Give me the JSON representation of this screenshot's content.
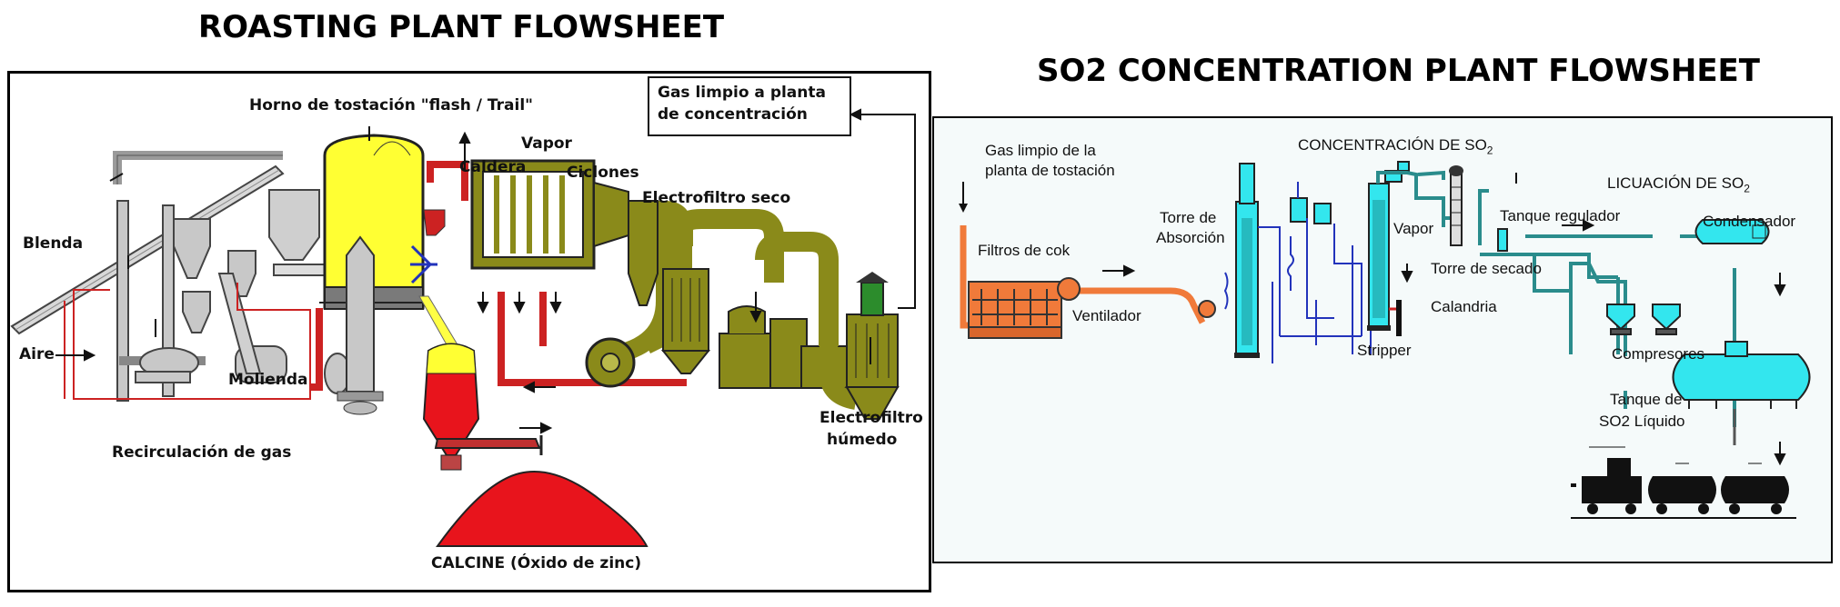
{
  "roasting": {
    "title": "ROASTING PLANT FLOWSHEET",
    "labels": {
      "horno": "Horno de tostación \"flash / Trail\"",
      "gas_limpio_1": "Gas limpio a planta",
      "gas_limpio_2": "de concentración",
      "vapor": "Vapor",
      "caldera": "Caldera",
      "ciclones": "Ciclones",
      "electrofiltro_seco": "Electrofiltro seco",
      "blenda": "Blenda",
      "aire": "Aire",
      "molienda": "Molienda",
      "recirculacion": "Recirculación de gas",
      "electrofiltro_humedo_1": "Electrofiltro",
      "electrofiltro_humedo_2": "húmedo",
      "calcine": "CALCINE (Óxido de zinc)"
    }
  },
  "so2": {
    "title": "SO2 CONCENTRATION PLANT FLOWSHEET",
    "labels": {
      "gas_limpio_1": "Gas limpio de la",
      "gas_limpio_2": "planta de tostación",
      "concentracion": "CONCENTRACIÓN DE SO",
      "concentracion_sub": "2",
      "licuacion": "LICUACIÓN DE SO",
      "licuacion_sub": "2",
      "torre_absorcion_1": "Torre de",
      "torre_absorcion_2": "Absorción",
      "vapor": "Vapor",
      "tanque_regulador": "Tanque regulador",
      "condensador": "Condensador",
      "filtros": "Filtros de cok",
      "torre_secado": "Torre de secado",
      "ventilador": "Ventilador",
      "calandria": "Calandria",
      "stripper": "Stripper",
      "compresores": "Compresores",
      "tanque_liquido_1": "Tanque de",
      "tanque_liquido_2": "SO2 Líquido"
    }
  },
  "colors": {
    "furnace_yellow": "#ffff33",
    "calcine_red": "#e8141c",
    "olive_equipment": "#8a8a1a",
    "gas_red_pipe": "#cc2222",
    "orange_pipe": "#f07a3a",
    "cyan_vessel": "#33e6ee",
    "teal_pipe": "#2a8c8c",
    "blue_line": "#2233bb",
    "gray_equipment": "#b8b8b8",
    "so2_panel_bg": "#f5fafa"
  }
}
